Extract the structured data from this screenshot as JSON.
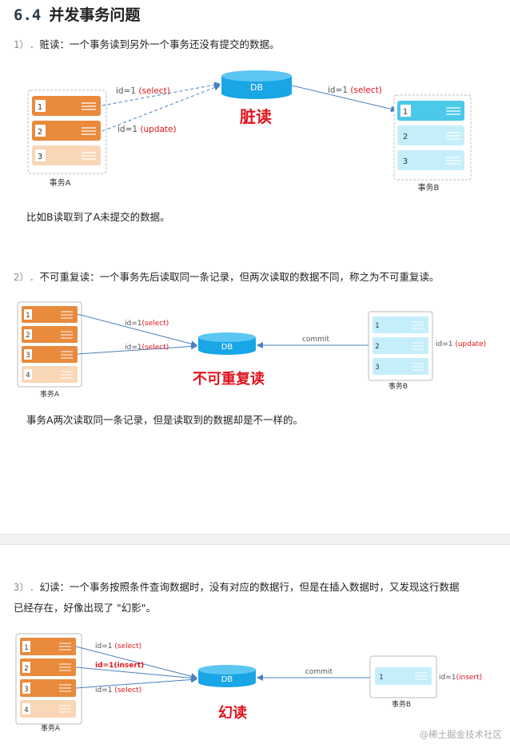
{
  "heading": {
    "num": "6.4",
    "title": "并发事务问题"
  },
  "sections": [
    {
      "num": "1）.",
      "text": "赃读：一个事务读到另外一个事务还没有提交的数据。"
    },
    {
      "num": "2）.",
      "text": "不可重复读：一个事务先后读取同一条记录，但两次读取的数据不同，称之为不可重复读。"
    },
    {
      "num": "3）.",
      "text_line1": "幻读：一个事务按照条件查询数据时，没有对应的数据行，但是在插入数据时，又发现这行数据",
      "text_line2": "已经存在，好像出现了 \"幻影\"。"
    }
  ],
  "notes": {
    "dirty": "比如B读取到了A未提交的数据。",
    "nonrepeat": "事务A两次读取同一条记录，但是读取到的数据却是不一样的。"
  },
  "diagram1": {
    "db": "DB",
    "caption": "脏读",
    "left_label": "事务A",
    "right_label": "事务B",
    "left_rows": [
      "1",
      "2",
      "3"
    ],
    "right_rows": [
      "1",
      "2",
      "3"
    ],
    "arrow_a1_prefix": "id=1 ",
    "arrow_a1_op": "(select)",
    "arrow_a2_prefix": "id=1 ",
    "arrow_a2_op": "(update)",
    "arrow_b_prefix": "id=1 ",
    "arrow_b_op": "(select)"
  },
  "diagram2": {
    "db": "DB",
    "caption": "不可重复读",
    "left_label": "事务A",
    "right_label": "事务B",
    "left_rows": [
      "1",
      "2",
      "3",
      "4"
    ],
    "right_rows": [
      "1",
      "2",
      "3"
    ],
    "arrow_1_prefix": "id=1",
    "arrow_1_op": "(select)",
    "arrow_2_prefix": "id=1",
    "arrow_2_op": "(select)",
    "commit": "commit",
    "right_prefix": "id=1 ",
    "right_op": "(update)"
  },
  "diagram3": {
    "db": "DB",
    "caption": "幻读",
    "left_label": "事务A",
    "right_label": "事务B",
    "left_rows": [
      "1",
      "2",
      "3",
      "4"
    ],
    "right_rows": [
      "1"
    ],
    "arrow_1_prefix": "id=1 ",
    "arrow_1_op": "(select)",
    "arrow_2_text": "id=1(insert)",
    "arrow_3_prefix": "id=1 ",
    "arrow_3_op": "(select)",
    "commit": "commit",
    "right_prefix": "id=1",
    "right_op": "(insert)"
  },
  "watermark": "@稀土掘金技术社区",
  "colors": {
    "orange": "#e98a3c",
    "orange_light": "#f9d6b6",
    "blue": "#19a6e6",
    "blue_light": "#c5eefb",
    "red": "#e0141e"
  }
}
